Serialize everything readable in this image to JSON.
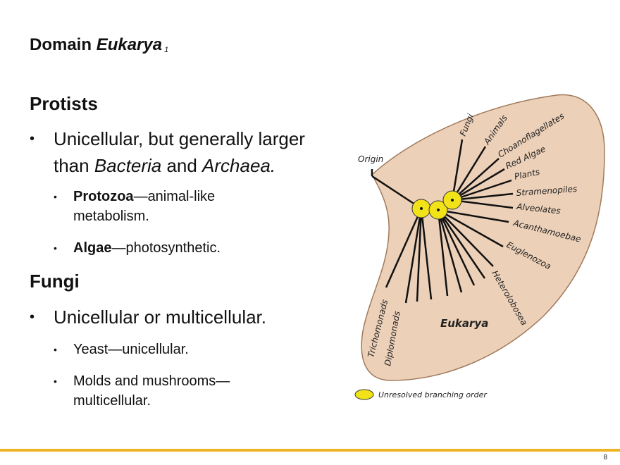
{
  "slide": {
    "title_prefix": "Domain ",
    "title_italic": "Eukarya",
    "title_sup": "1",
    "page_number": "8"
  },
  "protists": {
    "heading": "Protists",
    "bullet1_part1": "Unicellular, but generally larger than ",
    "bullet1_italic1": "Bacteria",
    "bullet1_part2": " and ",
    "bullet1_italic2": "Archaea.",
    "sub1_bold": "Protozoa",
    "sub1_rest": "—animal-like metabolism.",
    "sub2_bold": "Algae",
    "sub2_rest": "—photosynthetic."
  },
  "fungi": {
    "heading": "Fungi",
    "bullet1": "Unicellular or multicellular.",
    "sub1": "Yeast—unicellular.",
    "sub2": "Molds and mushrooms—multicellular."
  },
  "tree": {
    "origin_label": "Origin",
    "domain_label": "Eukarya",
    "legend_label": "Unresolved branching order",
    "colors": {
      "background": "#ecd0b8",
      "border": "#a07a5c",
      "node": "#f2e318",
      "branch": "#111111"
    },
    "branches": [
      "Fungi",
      "Animals",
      "Choanoflagellates",
      "Red Algae",
      "Plants",
      "Stramenopiles",
      "Alveolates",
      "Acanthamoebae",
      "Euglenozoa",
      "Heterolobosea",
      "Trichomonads",
      "Diplomonads"
    ]
  }
}
